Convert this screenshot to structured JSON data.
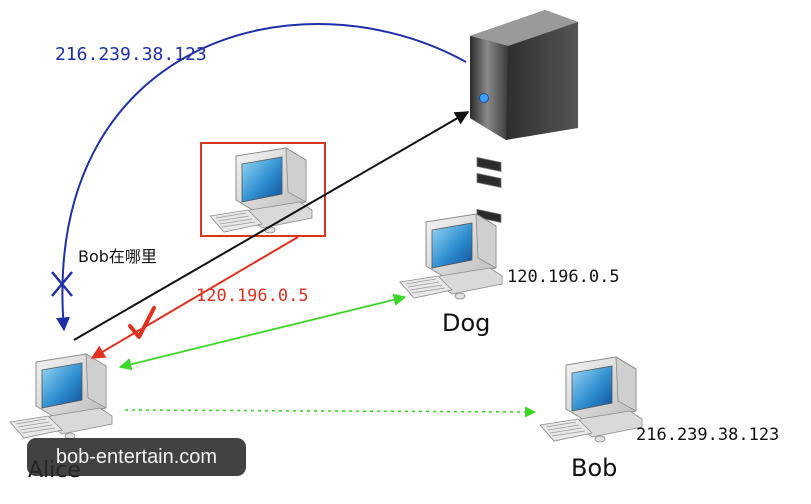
{
  "diagram": {
    "server_ip_query_result": "216.239.38.123",
    "question": "Bob在哪里",
    "fake_reply_ip": "120.196.0.5",
    "nodes": {
      "dog": {
        "name": "Dog",
        "ip": "120.196.0.5"
      },
      "bob": {
        "name": "Bob",
        "ip": "216.239.38.123"
      },
      "alice": {
        "name": "Alice"
      }
    },
    "watermark": "bob-entertain.com"
  },
  "colors": {
    "blue": "#1f2fa8",
    "red": "#e0301e",
    "green": "#3fd62c",
    "black": "#111111",
    "highlight_box": "#d9361f"
  }
}
